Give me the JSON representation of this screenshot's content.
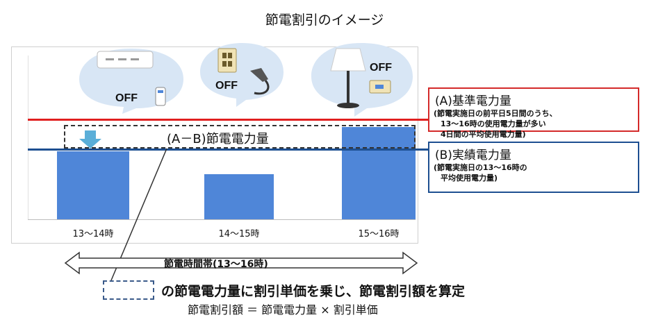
{
  "title": "節電割引のイメージ",
  "chart_data": {
    "type": "bar",
    "categories": [
      "13～14時",
      "14～15時",
      "15～16時"
    ],
    "values": [
      98,
      65,
      133
    ],
    "reference_lines": [
      {
        "name": "(A)基準電力量",
        "value": 145,
        "color": "#e02020"
      },
      {
        "name": "(B)実績電力量",
        "value": 101,
        "color": "#1d4f91"
      }
    ],
    "bar_color": "#4f86d8",
    "annotation": "(A－B)節電電力量"
  },
  "icons": {
    "air_conditioner": {
      "name": "air-conditioner-icon",
      "off_label": "OFF"
    },
    "outlet": {
      "name": "power-outlet-icon",
      "off_label": "OFF"
    },
    "lamp": {
      "name": "floor-lamp-icon",
      "off_label": "OFF"
    }
  },
  "box_a": {
    "title": "(A)基準電力量",
    "notes": [
      "(節電実施日の前平日5日間のうち、",
      "13～16時の使用電力量が多い",
      "4日間の平均使用電力量)"
    ]
  },
  "box_b": {
    "title": "(B)実績電力量",
    "notes": [
      "(節電実施日の13～16時の",
      "平均使用電力量)"
    ]
  },
  "time_band": "節電時間帯(13～16時)",
  "bottom_text": "の節電電力量に割引単価を乗じ、節電割引額を算定",
  "formula": "節電割引額 ＝ 節電電力量 × 割引単価"
}
